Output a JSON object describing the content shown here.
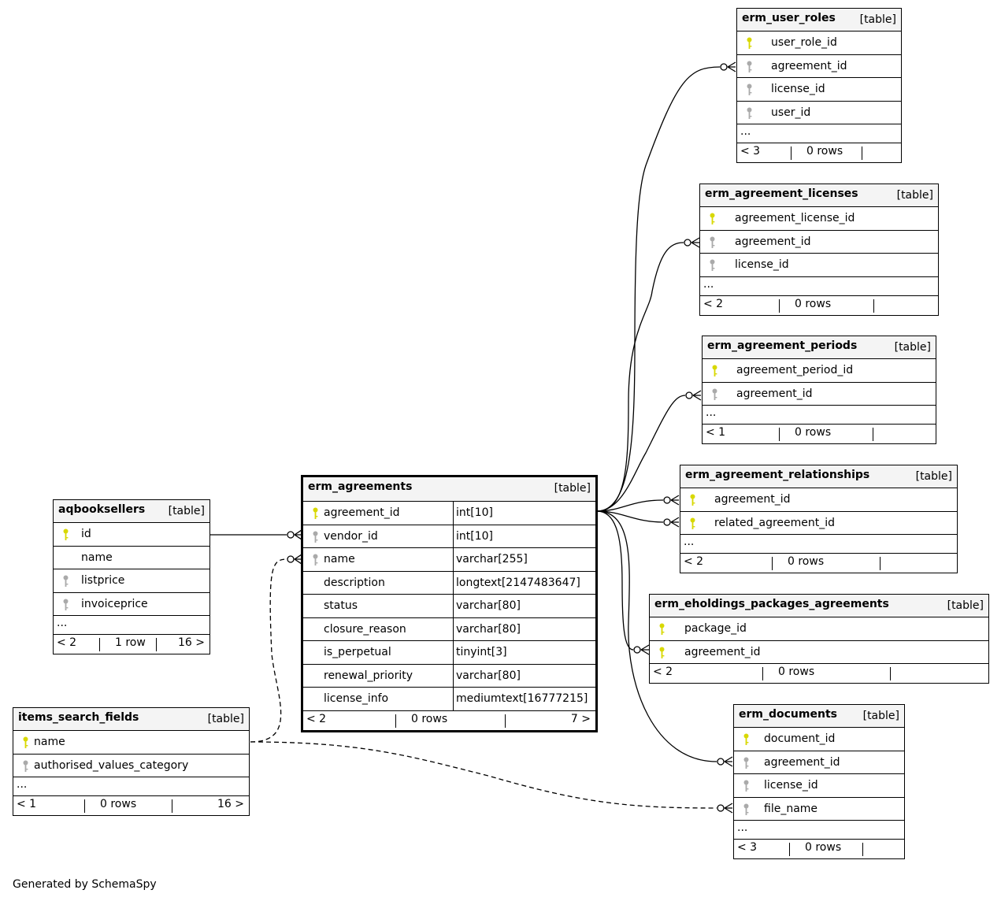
{
  "diagram": {
    "generated_by": "Generated by SchemaSpy",
    "tables": {
      "erm_user_roles": {
        "name": "erm_user_roles",
        "type": "[table]",
        "columns": [
          {
            "name": "user_role_id",
            "key": "primary"
          },
          {
            "name": "agreement_id",
            "key": "foreign"
          },
          {
            "name": "license_id",
            "key": "foreign"
          },
          {
            "name": "user_id",
            "key": "foreign"
          }
        ],
        "ellipsis": "...",
        "footer": {
          "left": "< 3",
          "mid": "0 rows",
          "right": ""
        }
      },
      "erm_agreement_licenses": {
        "name": "erm_agreement_licenses",
        "type": "[table]",
        "columns": [
          {
            "name": "agreement_license_id",
            "key": "primary"
          },
          {
            "name": "agreement_id",
            "key": "foreign"
          },
          {
            "name": "license_id",
            "key": "foreign"
          }
        ],
        "ellipsis": "...",
        "footer": {
          "left": "< 2",
          "mid": "0 rows",
          "right": ""
        }
      },
      "erm_agreement_periods": {
        "name": "erm_agreement_periods",
        "type": "[table]",
        "columns": [
          {
            "name": "agreement_period_id",
            "key": "primary"
          },
          {
            "name": "agreement_id",
            "key": "foreign"
          }
        ],
        "ellipsis": "...",
        "footer": {
          "left": "< 1",
          "mid": "0 rows",
          "right": ""
        }
      },
      "erm_agreement_relationships": {
        "name": "erm_agreement_relationships",
        "type": "[table]",
        "columns": [
          {
            "name": "agreement_id",
            "key": "primary"
          },
          {
            "name": "related_agreement_id",
            "key": "primary"
          }
        ],
        "ellipsis": "...",
        "footer": {
          "left": "< 2",
          "mid": "0 rows",
          "right": ""
        }
      },
      "erm_eholdings_packages_agreements": {
        "name": "erm_eholdings_packages_agreements",
        "type": "[table]",
        "columns": [
          {
            "name": "package_id",
            "key": "primary"
          },
          {
            "name": "agreement_id",
            "key": "primary"
          }
        ],
        "ellipsis": "",
        "footer": {
          "left": "< 2",
          "mid": "0 rows",
          "right": ""
        }
      },
      "erm_documents": {
        "name": "erm_documents",
        "type": "[table]",
        "columns": [
          {
            "name": "document_id",
            "key": "primary"
          },
          {
            "name": "agreement_id",
            "key": "foreign"
          },
          {
            "name": "license_id",
            "key": "foreign"
          },
          {
            "name": "file_name",
            "key": "foreign"
          }
        ],
        "ellipsis": "...",
        "footer": {
          "left": "< 3",
          "mid": "0 rows",
          "right": ""
        }
      },
      "erm_agreements": {
        "name": "erm_agreements",
        "type": "[table]",
        "columns": [
          {
            "name": "agreement_id",
            "type": "int[10]",
            "key": "primary"
          },
          {
            "name": "vendor_id",
            "type": "int[10]",
            "key": "foreign"
          },
          {
            "name": "name",
            "type": "varchar[255]",
            "key": "foreign"
          },
          {
            "name": "description",
            "type": "longtext[2147483647]",
            "key": "none"
          },
          {
            "name": "status",
            "type": "varchar[80]",
            "key": "none"
          },
          {
            "name": "closure_reason",
            "type": "varchar[80]",
            "key": "none"
          },
          {
            "name": "is_perpetual",
            "type": "tinyint[3]",
            "key": "none"
          },
          {
            "name": "renewal_priority",
            "type": "varchar[80]",
            "key": "none"
          },
          {
            "name": "license_info",
            "type": "mediumtext[16777215]",
            "key": "none"
          }
        ],
        "ellipsis": "",
        "footer": {
          "left": "< 2",
          "mid": "0 rows",
          "right": "7 >"
        }
      },
      "aqbooksellers": {
        "name": "aqbooksellers",
        "type": "[table]",
        "columns": [
          {
            "name": "id",
            "key": "primary"
          },
          {
            "name": "name",
            "key": "none"
          },
          {
            "name": "listprice",
            "key": "foreign"
          },
          {
            "name": "invoiceprice",
            "key": "foreign"
          }
        ],
        "ellipsis": "...",
        "footer": {
          "left": "< 2",
          "mid": "1 row",
          "right": "16 >"
        }
      },
      "items_search_fields": {
        "name": "items_search_fields",
        "type": "[table]",
        "columns": [
          {
            "name": "name",
            "key": "primary"
          },
          {
            "name": "authorised_values_category",
            "key": "foreign"
          }
        ],
        "ellipsis": "...",
        "footer": {
          "left": "< 1",
          "mid": "0 rows",
          "right": "16 >"
        }
      }
    },
    "colors": {
      "primary_key": "#d8d800",
      "foreign_key": "#aaaaaa",
      "header_bg": "#f4f4f4"
    }
  }
}
